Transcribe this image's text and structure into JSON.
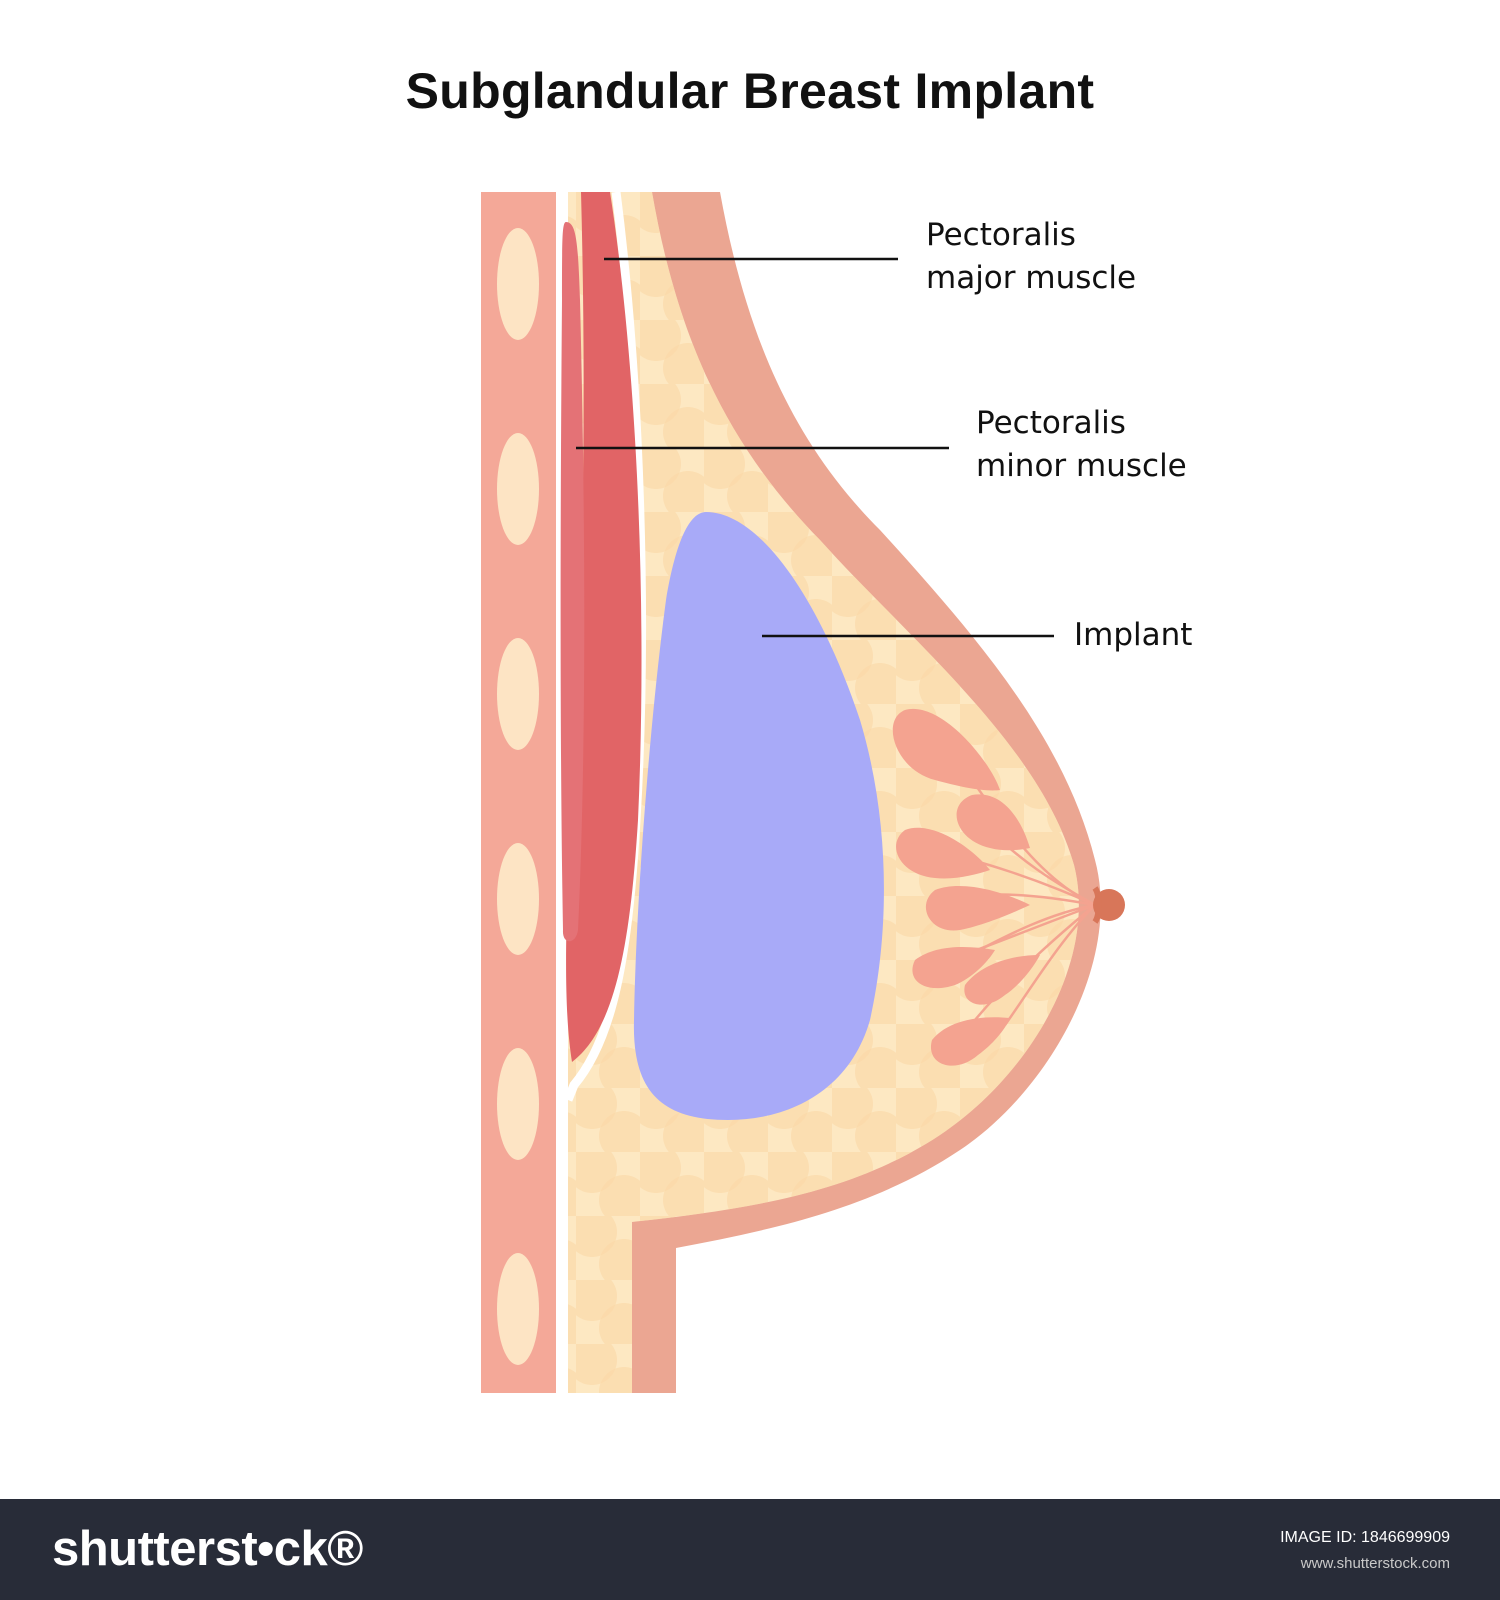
{
  "title": "Subglandular Breast Implant",
  "labels": {
    "pectoralis_major_line1": "Pectoralis",
    "pectoralis_major_line2": "major muscle",
    "pectoralis_minor_line1": "Pectoralis",
    "pectoralis_minor_line2": "minor muscle",
    "implant": "Implant"
  },
  "footer": {
    "brand": "shutterst•ck®",
    "image_id_label": "IMAGE ID:",
    "image_id": "1846699909",
    "website": "www.shutterstock.com"
  },
  "colors": {
    "rib_band": "#f4a898",
    "rib_bone": "#fde4c4",
    "skin": "#eba692",
    "fat": "#fde8c2",
    "fat_dots": "#fad9a8",
    "pec_major": "#e16466",
    "pec_minor": "#e47276",
    "implant": "#a8aaf8",
    "gland_lobule": "#f4a390",
    "nipple": "#d87659",
    "footer_bg": "#282c38"
  }
}
